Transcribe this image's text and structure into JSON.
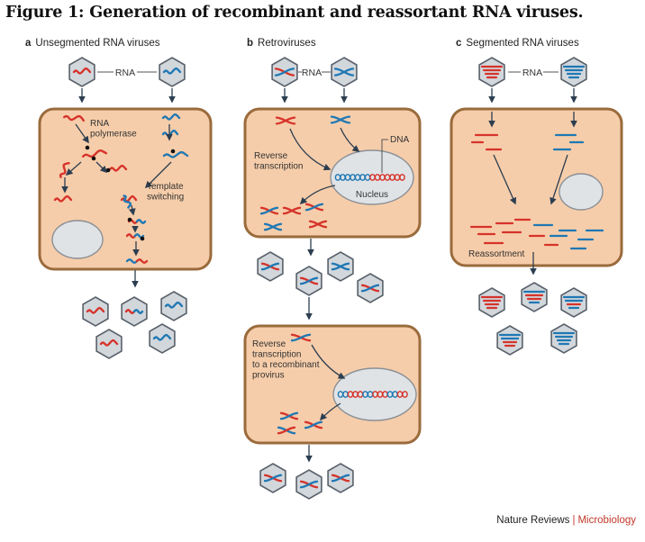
{
  "figure_title": "Figure 1: Generation of recombinant and reassortant RNA viruses.",
  "panels": {
    "a": {
      "letter": "a",
      "title": "Unsegmented RNA viruses",
      "rna_label": "RNA",
      "polymerase_label": "RNA\npolymerase",
      "template_label": "Template\nswitching"
    },
    "b": {
      "letter": "b",
      "title": "Retroviruses",
      "rna_label": "RNA",
      "dna_label": "DNA",
      "rt_label": "Reverse\ntranscription",
      "nucleus_label": "Nucleus",
      "rt2_label": "Reverse\ntranscription\nto a recombinant\nprovirus"
    },
    "c": {
      "letter": "c",
      "title": "Segmented RNA viruses",
      "rna_label": "RNA",
      "reassortment_label": "Reassortment"
    }
  },
  "credit": {
    "publisher": "Nature Reviews",
    "separator": "|",
    "journal": "Microbiology"
  },
  "colors": {
    "cell_fill": "#f6cdaa",
    "cell_stroke": "#9a6b3c",
    "hex_fill": "#d2d7dc",
    "hex_stroke": "#59616a",
    "red": "#d6332a",
    "blue": "#1f78b4",
    "nucleus_fill": "#e0e3e6",
    "arrow": "#2c3e50"
  }
}
